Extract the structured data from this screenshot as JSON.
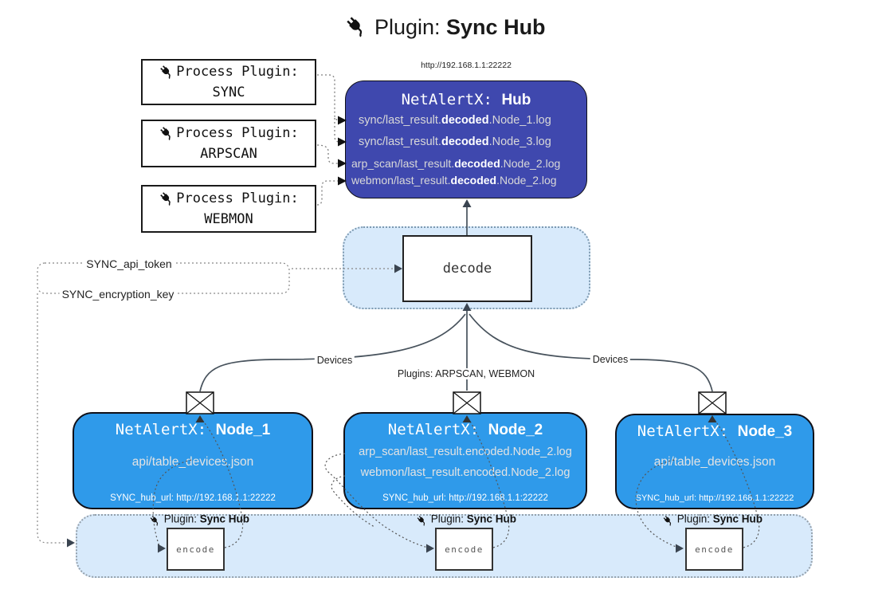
{
  "title": {
    "label": "Plugin:",
    "name": "Sync Hub"
  },
  "hub": {
    "url": "http://192.168.1.1:22222",
    "name_prefix": "NetAlertX: ",
    "name": "Hub",
    "entries": [
      {
        "pre": "sync/last_result.",
        "bold": "decoded",
        "post": ".Node_1.log"
      },
      {
        "pre": "sync/last_result.",
        "bold": "decoded",
        "post": ".Node_3.log"
      },
      {
        "pre": "arp_scan/last_result.",
        "bold": "decoded",
        "post": ".Node_2.log"
      },
      {
        "pre": "webmon/last_result.",
        "bold": "decoded",
        "post": ".Node_2.log"
      }
    ]
  },
  "process_plugins": [
    {
      "label": "Process Plugin:",
      "name": "SYNC"
    },
    {
      "label": "Process Plugin:",
      "name": "ARPSCAN"
    },
    {
      "label": "Process Plugin:",
      "name": "WEBMON"
    }
  ],
  "decode_label": "decode",
  "secrets": {
    "api_token": "SYNC_api_token",
    "encryption_key": "SYNC_encryption_key"
  },
  "edge_labels": {
    "devices_left": "Devices",
    "plugins_middle": "Plugins: ARPSCAN, WEBMON",
    "devices_right": "Devices"
  },
  "nodes": [
    {
      "name_prefix": "NetAlertX: ",
      "name": "Node_1",
      "line1": "api/table_devices.json",
      "footer": "SYNC_hub_url: http://192.168.1.1:22222"
    },
    {
      "name_prefix": "NetAlertX: ",
      "name": "Node_2",
      "line1": "arp_scan/last_result.encoded.Node_2.log",
      "line2": "webmon/last_result.encoded.Node_2.log",
      "footer": "SYNC_hub_url: http://192.168.1.1:22222"
    },
    {
      "name_prefix": "NetAlertX: ",
      "name": "Node_3",
      "line1": "api/table_devices.json",
      "footer": "SYNC_hub_url: http://192.168.1.1:22222"
    }
  ],
  "encoders": [
    {
      "plugin_label": "Plugin:",
      "plugin_name": "Sync Hub",
      "box_label": "encode"
    },
    {
      "plugin_label": "Plugin:",
      "plugin_name": "Sync Hub",
      "box_label": "encode"
    },
    {
      "plugin_label": "Plugin:",
      "plugin_name": "Sync Hub",
      "box_label": "encode"
    }
  ],
  "colors": {
    "hub_bg": "#3f48ae",
    "node_bg": "#2f9aea",
    "panel_bg": "#d8eafb"
  }
}
